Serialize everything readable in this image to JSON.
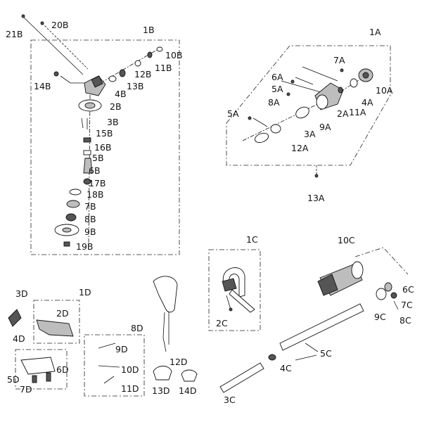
{
  "labels": {
    "l21B": "21B",
    "l20B": "20B",
    "l1B": "1B",
    "l10B": "10B",
    "l11B": "11B",
    "l12B": "12B",
    "l13B": "13B",
    "l4B": "4B",
    "l14B": "14B",
    "l2B": "2B",
    "l3B": "3B",
    "l15B": "15B",
    "l16B": "16B",
    "l5B": "5B",
    "l6B": "6B",
    "l17B": "17B",
    "l18B": "18B",
    "l7B": "7B",
    "l8B": "8B",
    "l9B": "9B",
    "l19B": "19B",
    "l1A": "1A",
    "l7A": "7A",
    "l6A": "6A",
    "l5A_top": "5A",
    "l10A": "10A",
    "l8A": "8A",
    "l4A": "4A",
    "l2A": "2A",
    "l11A": "11A",
    "l5A": "5A",
    "l9A": "9A",
    "l3A": "3A",
    "l12A": "12A",
    "l13A": "13A",
    "l1C": "1C",
    "l2C": "2C",
    "l10C": "10C",
    "l6C": "6C",
    "l7C": "7C",
    "l9C": "9C",
    "l8C": "8C",
    "l5C": "5C",
    "l4C": "4C",
    "l3C": "3C",
    "l3D": "3D",
    "l1D": "1D",
    "l2D": "2D",
    "l4D": "4D",
    "l6D": "6D",
    "l5D": "5D",
    "l7D": "7D",
    "l8D": "8D",
    "l9D": "9D",
    "l10D": "10D",
    "l11D": "11D",
    "l12D": "12D",
    "l13D": "13D",
    "l14D": "14D"
  }
}
